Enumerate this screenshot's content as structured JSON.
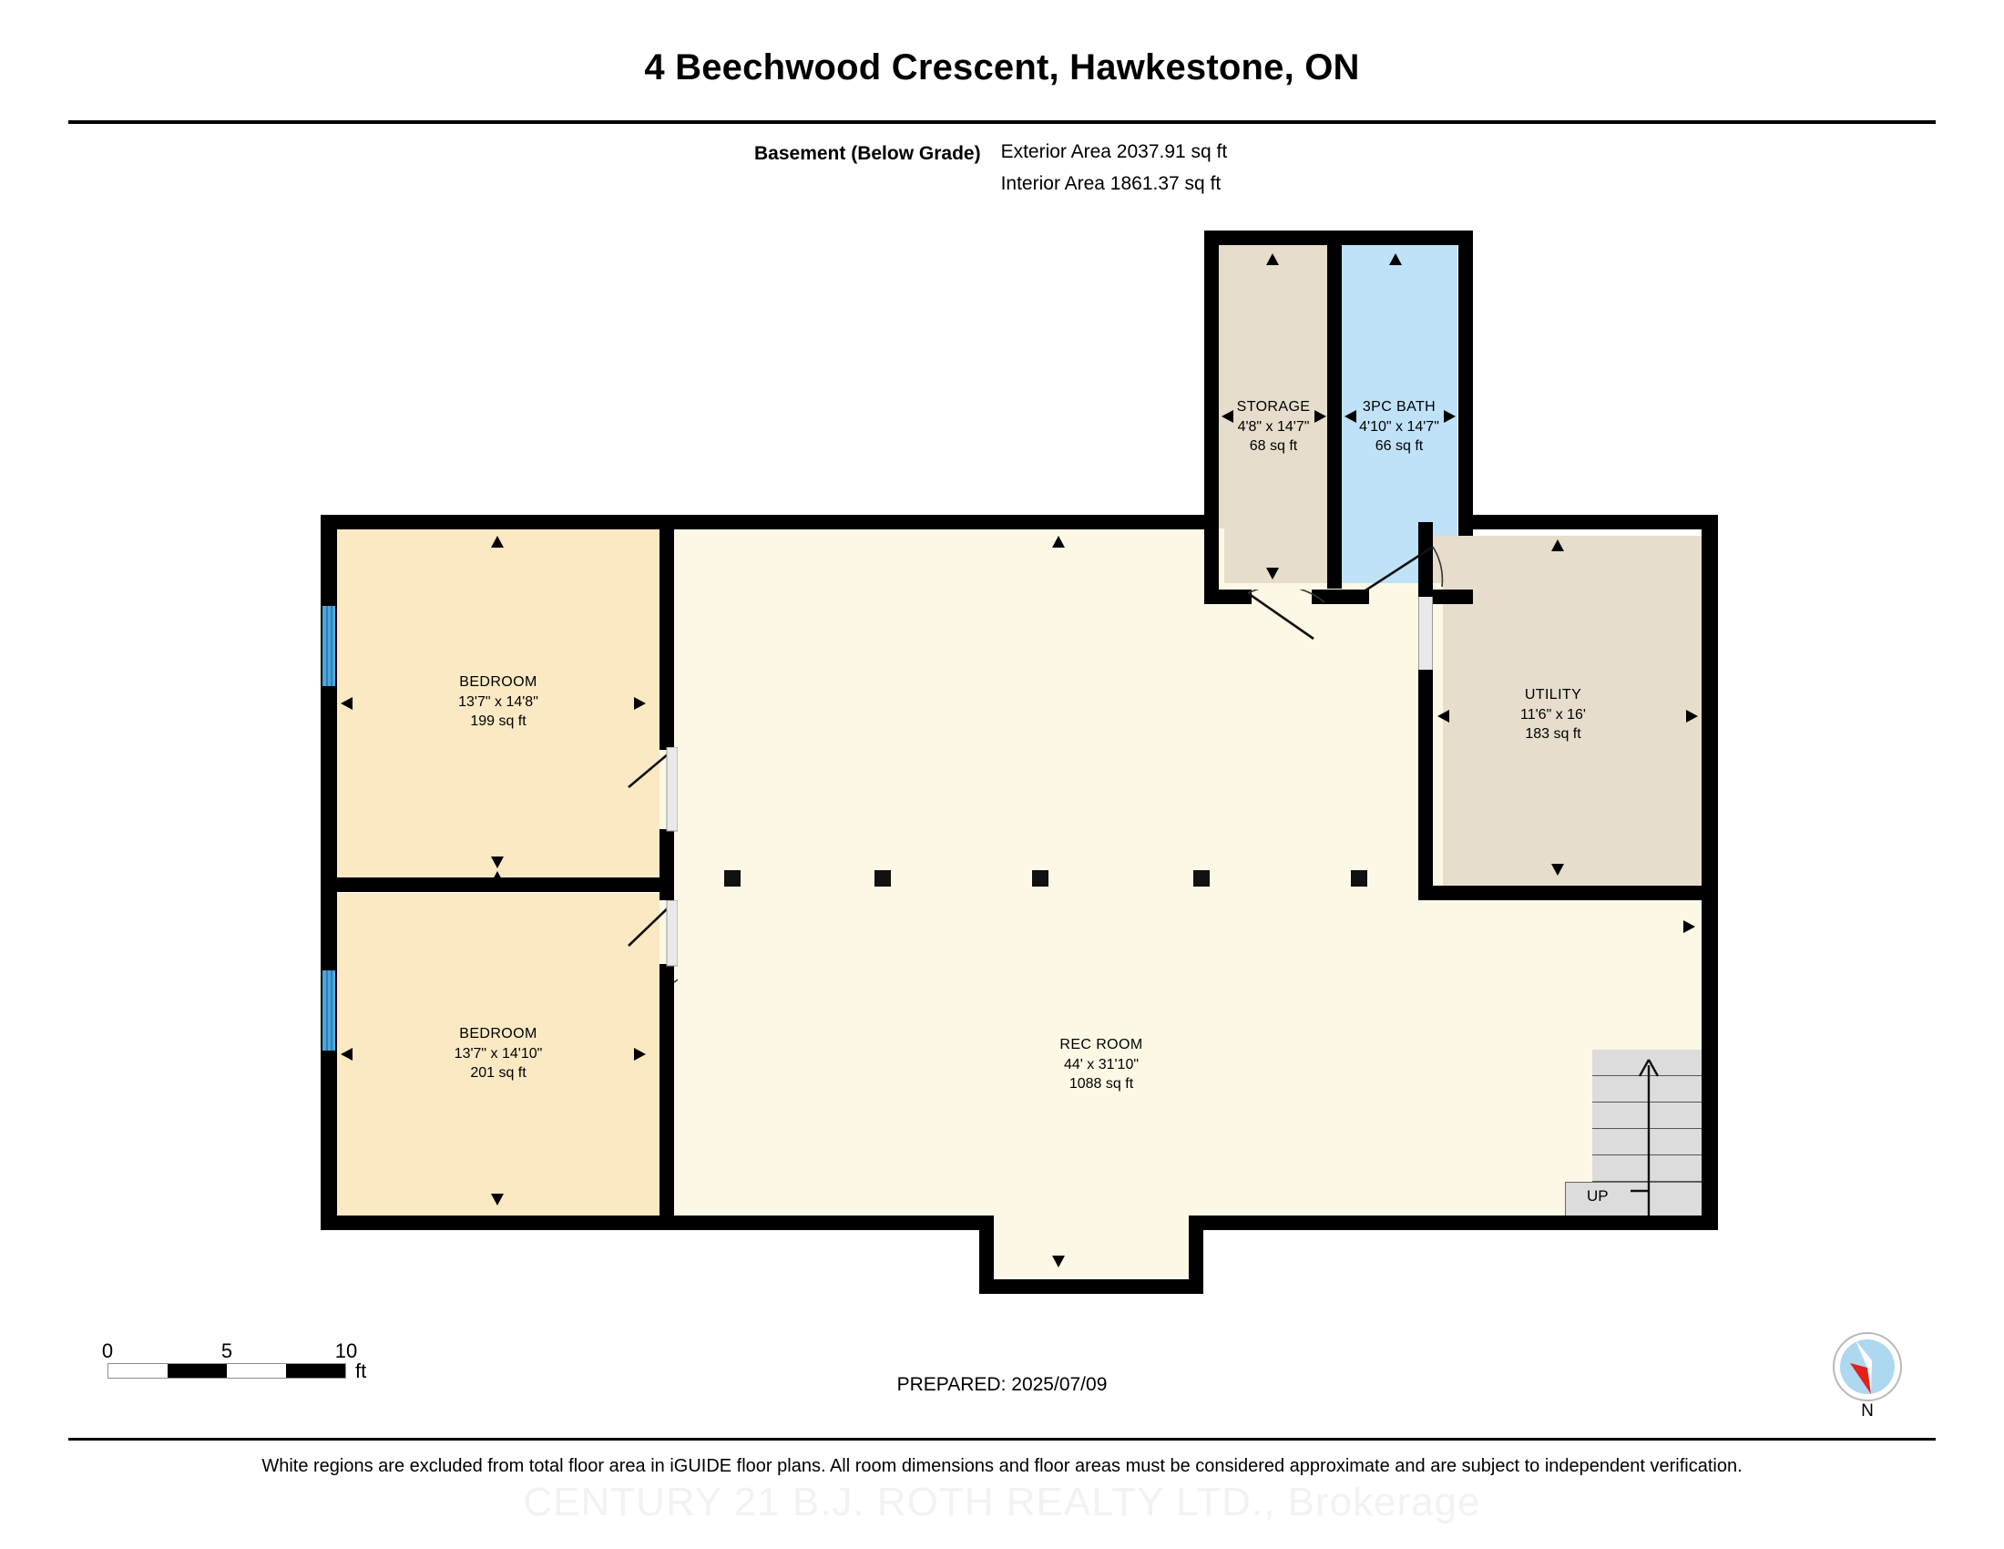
{
  "header": {
    "title": "4 Beechwood Crescent, Hawkestone, ON",
    "level_name": "Basement (Below Grade)",
    "exterior_area": "Exterior Area 2037.91 sq ft",
    "interior_area": "Interior Area 1861.37 sq ft"
  },
  "rooms": [
    {
      "id": "storage",
      "name": "STORAGE",
      "dimensions": "4'8\" x 14'7\"",
      "area": "68 sq ft",
      "color": "#E6DDCC"
    },
    {
      "id": "bath",
      "name": "3PC BATH",
      "dimensions": "4'10\" x 14'7\"",
      "area": "66 sq ft",
      "color": "#BFE2F8"
    },
    {
      "id": "utility",
      "name": "UTILITY",
      "dimensions": "11'6\" x 16'",
      "area": "183 sq ft",
      "color": "#E6DDCC"
    },
    {
      "id": "bedroom1",
      "name": "BEDROOM",
      "dimensions": "13'7\" x 14'8\"",
      "area": "199 sq ft",
      "color": "#FBE9C4"
    },
    {
      "id": "bedroom2",
      "name": "BEDROOM",
      "dimensions": "13'7\" x 14'10\"",
      "area": "201 sq ft",
      "color": "#FBE9C4"
    },
    {
      "id": "recroom",
      "name": "REC ROOM",
      "dimensions": "44' x 31'10\"",
      "area": "1088 sq ft",
      "color": "#FDF8E6"
    }
  ],
  "stairs": {
    "label": "UP"
  },
  "scale": {
    "ticks": [
      "0",
      "5",
      "10"
    ],
    "unit": "ft",
    "segments": [
      "white",
      "black",
      "white",
      "black"
    ]
  },
  "prepared": "PREPARED: 2025/07/09",
  "compass": {
    "label": "N",
    "needle_color": "#E32119",
    "dial_color": "#ADD8F0"
  },
  "disclaimer": "White regions are excluded from total floor area in iGUIDE floor plans. All room dimensions and floor areas must be considered approximate and are subject to independent verification.",
  "watermark": "CENTURY 21 B.J. ROTH REALTY LTD., Brokerage"
}
